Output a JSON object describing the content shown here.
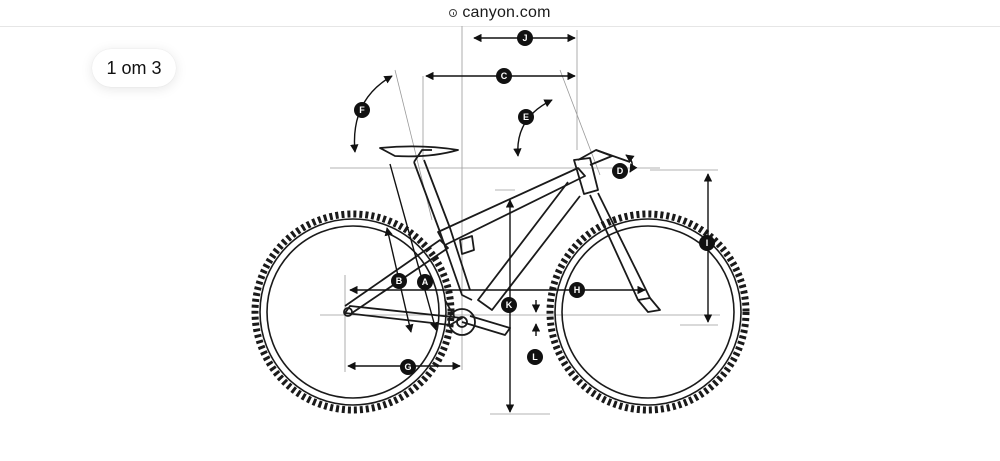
{
  "browser": {
    "url": "canyon.com",
    "url_icon": "info-icon"
  },
  "gallery": {
    "counter": "1 om 3"
  },
  "diagram": {
    "labels": [
      "A",
      "B",
      "C",
      "D",
      "E",
      "F",
      "G",
      "H",
      "I",
      "J",
      "K",
      "L"
    ],
    "colors": {
      "stroke": "#1a1a1a",
      "badge": "#111111",
      "guide": "#9a9a9a"
    }
  }
}
